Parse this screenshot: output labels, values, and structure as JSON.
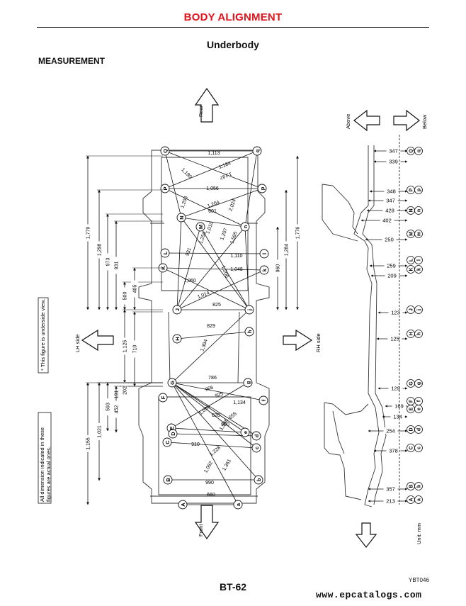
{
  "header": {
    "title": "BODY ALIGNMENT"
  },
  "subtitle": "Underbody",
  "section": "MEASUREMENT",
  "page_number": "BT-62",
  "figure_code": "YBT046",
  "watermark": "www.epcatalogs.com",
  "directions": {
    "rear": "Rear",
    "front": "Front",
    "lh": "LH side",
    "rh": "RH side",
    "above": "Above",
    "below": "Below",
    "unit": "Unit: mm"
  },
  "notes": {
    "underside": "* This figure is underside view.",
    "actual": "All dimension indicated in these figures are actual ones."
  },
  "plan_dims": [
    "1,113",
    "1,184",
    "1,190",
    "1,197",
    "1,056",
    "1,203",
    "1,204",
    "2,024",
    "601",
    "1,010",
    "1,207",
    "1,250",
    "1,595",
    "931",
    "1,110",
    "1,048",
    "1,200",
    "1,060",
    "1,014",
    "825",
    "829",
    "1,394",
    "786",
    "966",
    "925",
    "1,134",
    "820",
    "1,033",
    "1,346",
    "655",
    "900",
    "910",
    "1,228",
    "1,361",
    "1,062",
    "990",
    "660"
  ],
  "left_dims": [
    "1,779",
    "1,298",
    "973",
    "931",
    "500",
    "405",
    "1,125",
    "710",
    "191",
    "202",
    "593",
    "452",
    "1,021",
    "1,155"
  ],
  "right_dims": [
    "1,776",
    "1,284",
    "960"
  ],
  "side_dims": [
    "347",
    "339",
    "348",
    "347",
    "428",
    "402",
    "250",
    "259",
    "209",
    "123",
    "125",
    "129",
    "169",
    "134",
    "254",
    "378",
    "357",
    "213"
  ],
  "side_labels": [
    [
      "Q",
      "q"
    ],
    [
      "P",
      "p"
    ],
    [
      "N",
      "n"
    ],
    [
      "M",
      "m"
    ],
    [
      "L",
      "l"
    ],
    [
      "K",
      "k"
    ],
    [
      "J",
      "j"
    ],
    [
      "H",
      "h"
    ],
    [
      "G",
      "g"
    ],
    [
      "F",
      "f"
    ],
    [
      "E",
      "e"
    ],
    [
      "D",
      "d"
    ],
    [
      "C",
      "c"
    ],
    [
      "B",
      "b"
    ],
    [
      "A",
      "a"
    ]
  ]
}
